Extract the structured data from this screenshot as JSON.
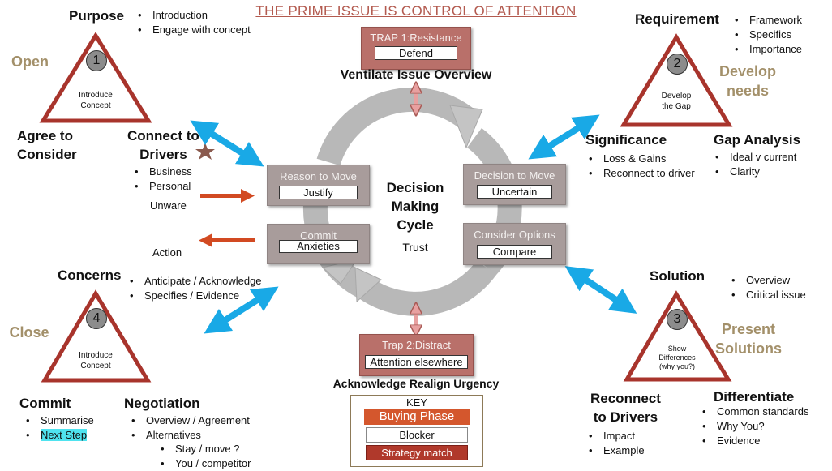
{
  "title": "THE PRIME ISSUE IS CONTROL OF ATTENTION",
  "phases": {
    "open": "Open",
    "develop": [
      "Develop",
      "needs"
    ],
    "close": "Close",
    "present": [
      "Present",
      "Solutions"
    ]
  },
  "triangles": [
    {
      "num": "1",
      "label": [
        "Introduce",
        "Concept"
      ]
    },
    {
      "num": "2",
      "label": [
        "Develop",
        "the Gap"
      ]
    },
    {
      "num": "3",
      "label": [
        "Show",
        "Differences",
        "(why you?)"
      ]
    },
    {
      "num": "4",
      "label": [
        "Introduce",
        "Concept"
      ]
    }
  ],
  "purpose": {
    "title": "Purpose",
    "items": [
      "Introduction",
      "Engage with concept"
    ]
  },
  "agree": [
    "Agree to",
    "Consider"
  ],
  "connect": {
    "title": [
      "Connect to",
      "Drivers"
    ],
    "items": [
      "Business",
      "Personal"
    ]
  },
  "unware": "Unware",
  "action": "Action",
  "requirement": {
    "title": "Requirement",
    "items": [
      "Framework",
      "Specifics",
      "Importance"
    ]
  },
  "significance": {
    "title": "Significance",
    "items": [
      "Loss & Gains",
      "Reconnect  to driver"
    ]
  },
  "gap": {
    "title": "Gap Analysis",
    "items": [
      "Ideal v current",
      "Clarity"
    ]
  },
  "concerns": {
    "title": "Concerns",
    "items": [
      "Anticipate / Acknowledge",
      "Specifies / Evidence"
    ]
  },
  "commit_sec": {
    "title": "Commit",
    "items": [
      "Summarise",
      "Next Step"
    ]
  },
  "negotiation": {
    "title": "Negotiation",
    "items": [
      "Overview / Agreement",
      "Alternatives"
    ],
    "sub": [
      "Stay / move ?",
      "You / competitor"
    ]
  },
  "solution": {
    "title": "Solution",
    "items": [
      "Overview",
      "Critical issue"
    ]
  },
  "reconnect": {
    "title": [
      "Reconnect",
      "to Drivers"
    ],
    "items": [
      "Impact",
      "Example"
    ]
  },
  "differentiate": {
    "title": "Differentiate",
    "items": [
      "Common standards",
      "Why You?",
      "Evidence"
    ]
  },
  "trap1": {
    "title": "TRAP 1:Resistance",
    "inner": "Defend"
  },
  "trap1_caption": "Ventilate  Issue  Overview",
  "trap2": {
    "title": "Trap 2:Distract",
    "inner": "Attention elsewhere"
  },
  "trap2_caption": "Acknowledge  Realign  Urgency",
  "cycle": {
    "reason": {
      "title": "Reason to Move",
      "inner": "Justify"
    },
    "decision": {
      "title": "Decision to Move",
      "inner": "Uncertain"
    },
    "commit": {
      "title": "Commit",
      "inner": "Anxieties"
    },
    "consider": {
      "title": "Consider Options",
      "inner": "Compare"
    },
    "center": [
      "Decision",
      "Making",
      "Cycle"
    ],
    "trust": "Trust"
  },
  "key": {
    "title": "KEY",
    "phase": "Buying Phase",
    "blocker": "Blocker",
    "strategy": "Strategy match"
  },
  "colors": {
    "triangle": "#a8342c",
    "arrow_blue": "#19a9e6",
    "arrow_orange": "#d24a22",
    "star": "#8a5a4e",
    "cycle": "#bcbcbc",
    "phase_text": "#a3906a"
  }
}
